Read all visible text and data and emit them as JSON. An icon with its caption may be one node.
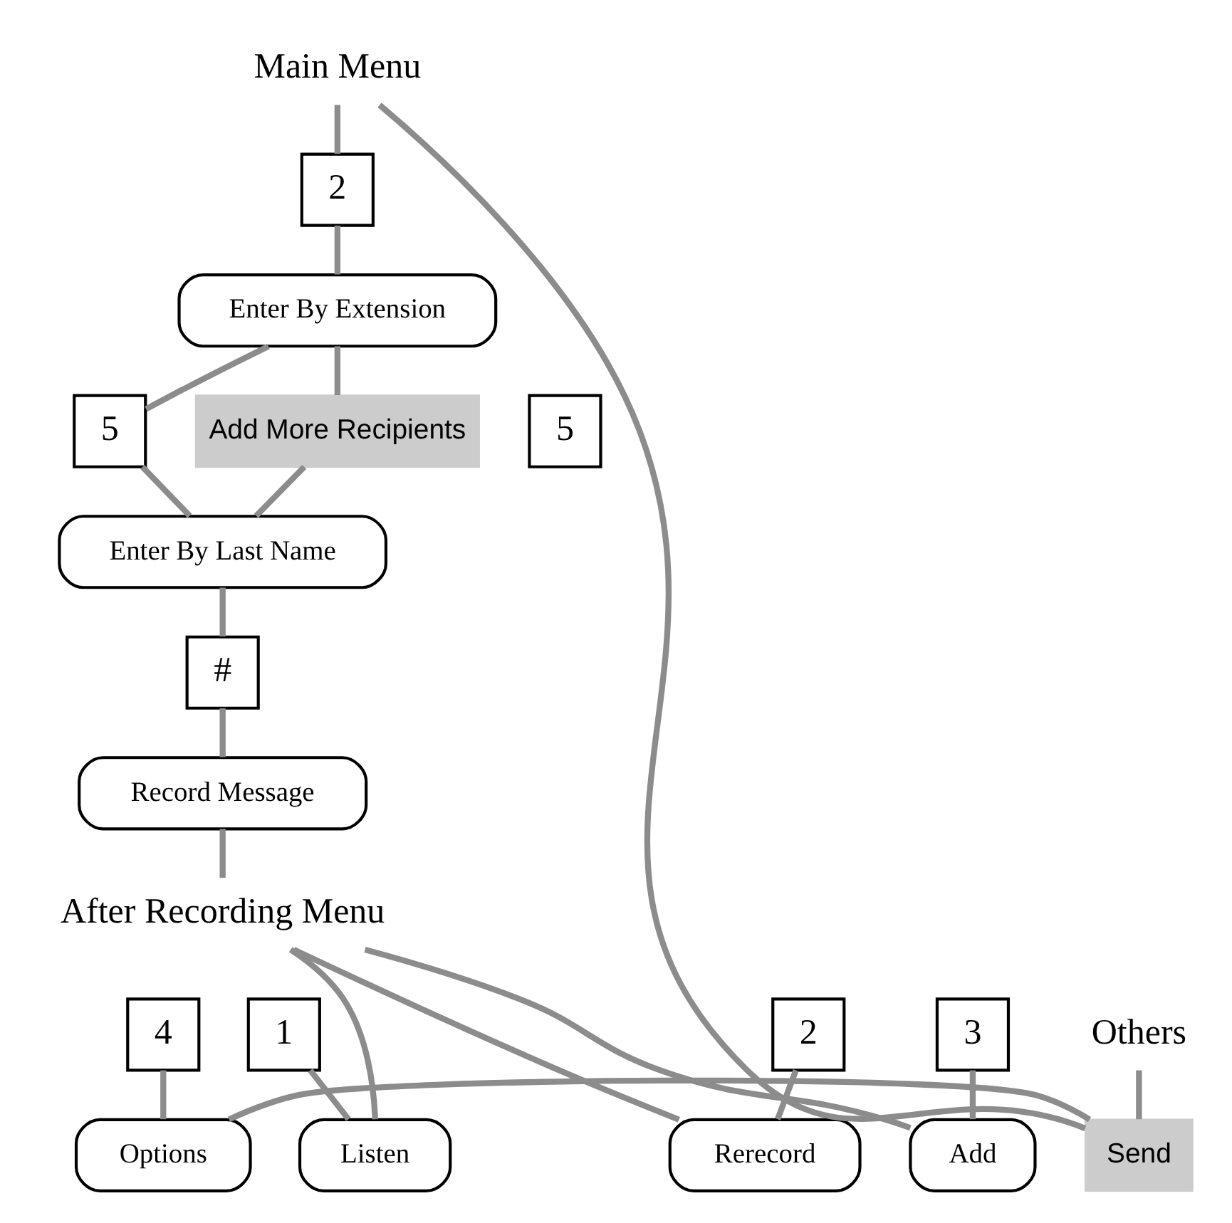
{
  "diagram": {
    "nodes": [
      {
        "text": [
          "Main Menu"
        ]
      },
      {
        "text": [
          "2"
        ]
      },
      {
        "text": [
          "Enter By Extension"
        ]
      },
      {
        "text": [
          "5"
        ]
      },
      {
        "text": [
          "5"
        ]
      },
      {
        "text": [
          "Add More Recipients"
        ]
      },
      {
        "text": [
          "Enter By Last Name"
        ]
      },
      {
        "text": [
          "#"
        ]
      },
      {
        "text": [
          "Record Message"
        ]
      },
      {
        "text": [
          "After Recording Menu"
        ]
      },
      {
        "text": [
          "1"
        ]
      },
      {
        "text": [
          "2"
        ]
      },
      {
        "text": [
          "3"
        ]
      },
      {
        "text": [
          "4"
        ]
      },
      {
        "text": [
          "Others"
        ]
      },
      {
        "text": [
          "Listen"
        ]
      },
      {
        "text": [
          "Rerecord"
        ]
      },
      {
        "text": [
          "Add"
        ]
      },
      {
        "text": [
          "Options"
        ]
      },
      {
        "text": [
          "Send"
        ]
      }
    ],
    "edges": [
      {
        "from": 0,
        "to": 1,
        "arrow": "none"
      },
      {
        "from": 1,
        "to": 2,
        "arrow": "none"
      },
      {
        "from": 2,
        "to": 4,
        "arrow": "none"
      },
      {
        "from": 4,
        "to": 6,
        "arrow": "none"
      },
      {
        "from": 2,
        "to": 5,
        "arrow": "none"
      },
      {
        "from": 5,
        "to": 6,
        "arrow": "none"
      },
      {
        "from": 6,
        "to": 7,
        "arrow": "none"
      },
      {
        "from": 7,
        "to": 8,
        "arrow": "none"
      },
      {
        "from": 8,
        "to": 9,
        "arrow": "none"
      },
      {
        "from": 9,
        "to": 15,
        "arrow": "none"
      },
      {
        "from": 9,
        "to": 16,
        "arrow": "none"
      },
      {
        "from": 9,
        "to": 17,
        "arrow": "none"
      },
      {
        "from": 10,
        "to": 15,
        "arrow": "none"
      },
      {
        "from": 11,
        "to": 16,
        "arrow": "none"
      },
      {
        "from": 12,
        "to": 17,
        "arrow": "none"
      },
      {
        "from": 13,
        "to": 18,
        "arrow": "none"
      },
      {
        "from": 18,
        "to": 19,
        "arrow": "none"
      },
      {
        "from": 14,
        "to": 19,
        "arrow": "none"
      },
      {
        "from": 19,
        "to": 0,
        "arrow": "none"
      }
    ]
  }
}
